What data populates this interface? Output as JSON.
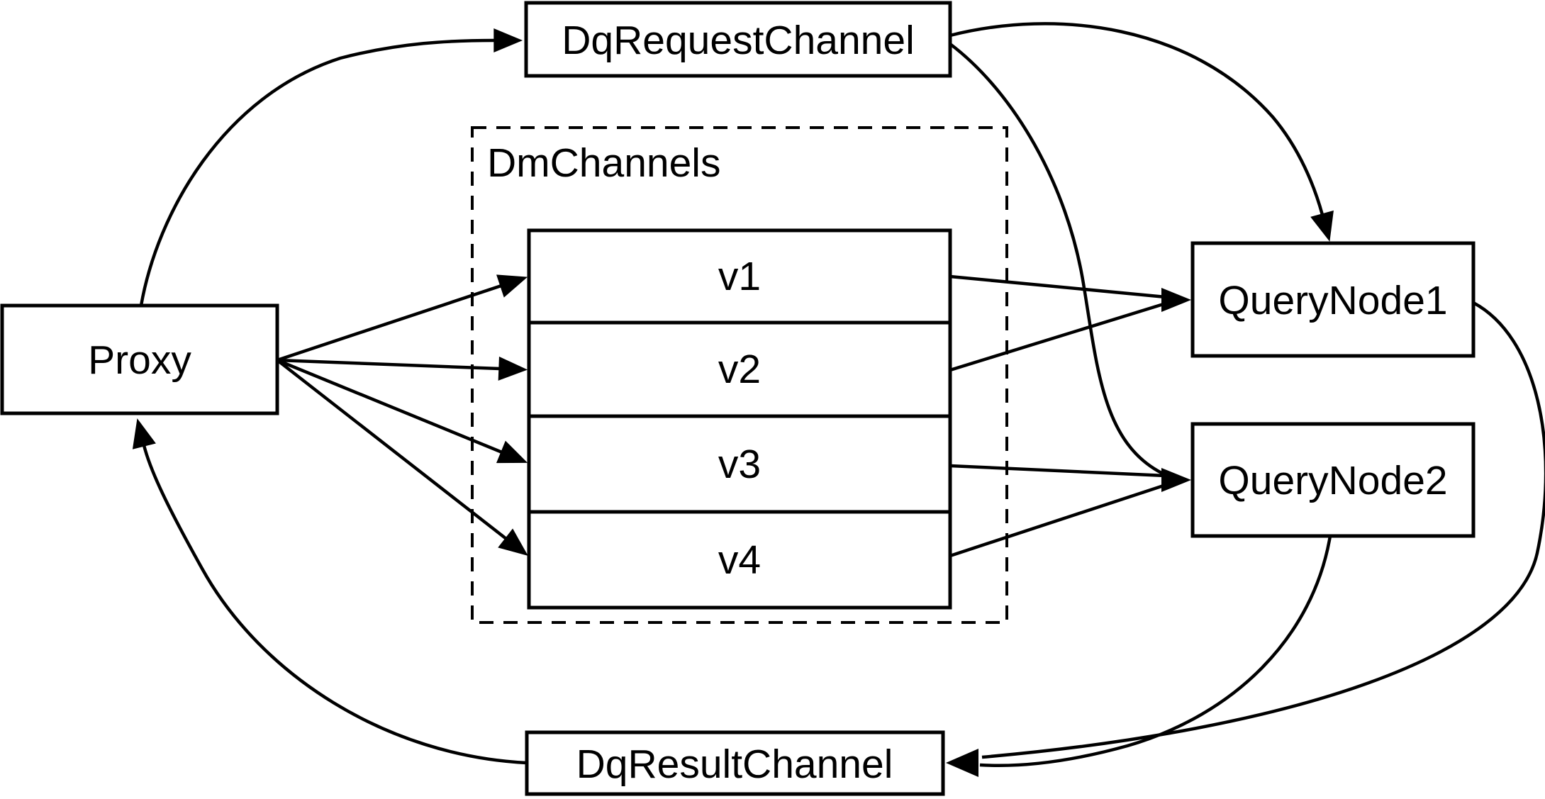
{
  "diagram": {
    "type": "flow-diagram",
    "background_color": "#ffffff",
    "line_color": "#000000",
    "nodes": {
      "proxy": {
        "label": "Proxy"
      },
      "dq_request_channel": {
        "label": "DqRequestChannel"
      },
      "dm_channels_group": {
        "label": "DmChannels"
      },
      "channel_v1": {
        "label": "v1"
      },
      "channel_v2": {
        "label": "v2"
      },
      "channel_v3": {
        "label": "v3"
      },
      "channel_v4": {
        "label": "v4"
      },
      "query_node_1": {
        "label": "QueryNode1"
      },
      "query_node_2": {
        "label": "QueryNode2"
      },
      "dq_result_channel": {
        "label": "DqResultChannel"
      }
    },
    "edges": [
      {
        "from": "proxy",
        "to": "dq_request_channel",
        "style": "curved"
      },
      {
        "from": "proxy",
        "to": "channel_v1",
        "style": "straight"
      },
      {
        "from": "proxy",
        "to": "channel_v2",
        "style": "straight"
      },
      {
        "from": "proxy",
        "to": "channel_v3",
        "style": "straight"
      },
      {
        "from": "proxy",
        "to": "channel_v4",
        "style": "straight"
      },
      {
        "from": "channel_v1",
        "to": "query_node_1",
        "style": "straight"
      },
      {
        "from": "channel_v2",
        "to": "query_node_1",
        "style": "straight"
      },
      {
        "from": "channel_v3",
        "to": "query_node_2",
        "style": "straight"
      },
      {
        "from": "channel_v4",
        "to": "query_node_2",
        "style": "straight"
      },
      {
        "from": "dq_request_channel",
        "to": "query_node_1",
        "style": "curved"
      },
      {
        "from": "dq_request_channel",
        "to": "query_node_2",
        "style": "curved"
      },
      {
        "from": "query_node_1",
        "to": "dq_result_channel",
        "style": "curved"
      },
      {
        "from": "query_node_2",
        "to": "dq_result_channel",
        "style": "curved"
      },
      {
        "from": "dq_result_channel",
        "to": "proxy",
        "style": "curved"
      }
    ]
  }
}
